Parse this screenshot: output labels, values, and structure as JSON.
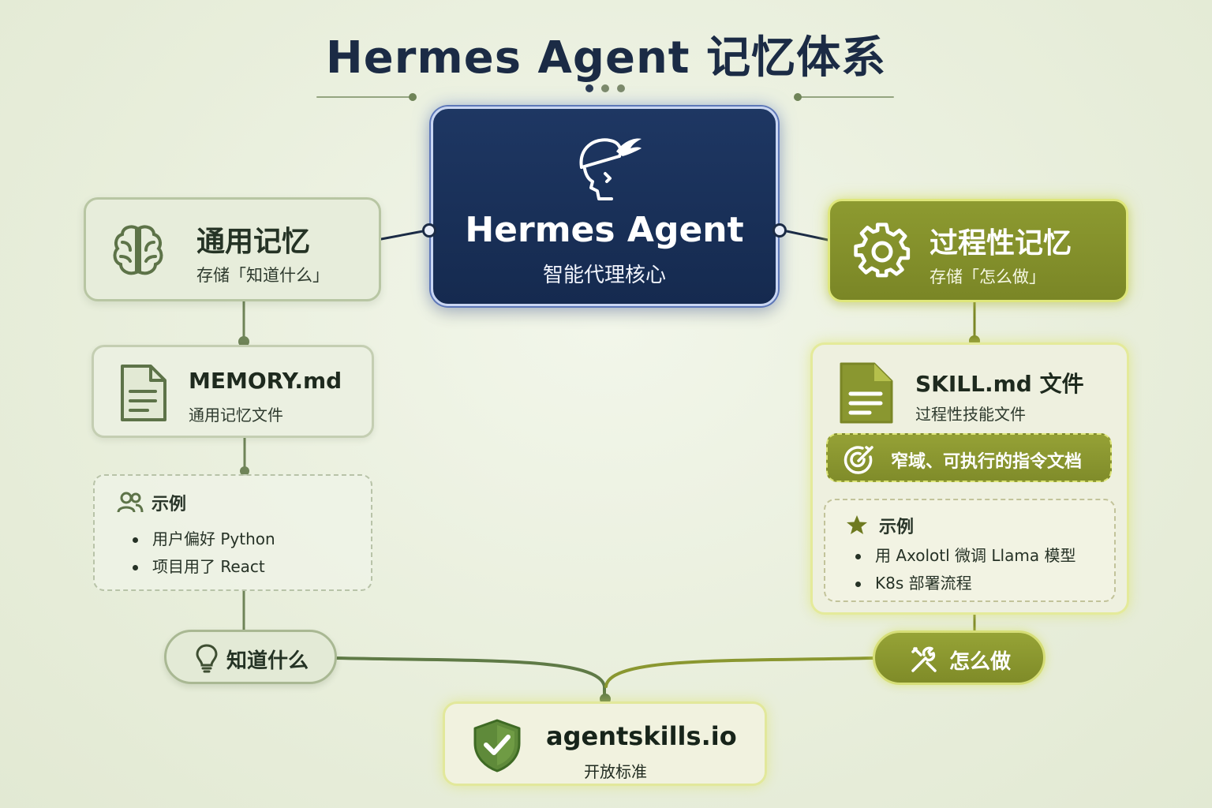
{
  "title": "Hermes Agent 记忆体系",
  "core": {
    "name": "Hermes Agent",
    "subtitle": "智能代理核心",
    "icon": "hermes-helmet-icon"
  },
  "general_memory": {
    "title": "通用记忆",
    "subtitle": "存储「知道什么」",
    "icon": "brain-icon",
    "file": {
      "name": "MEMORY.md",
      "desc": "通用记忆文件",
      "icon": "document-icon"
    },
    "example": {
      "heading": "示例",
      "icon": "users-icon",
      "items": [
        "用户偏好 Python",
        "项目用了 React"
      ]
    },
    "summary": {
      "label": "知道什么",
      "icon": "lightbulb-icon"
    }
  },
  "procedural_memory": {
    "title": "过程性记忆",
    "subtitle": "存储「怎么做」",
    "icon": "gear-icon",
    "file": {
      "name": "SKILL.md 文件",
      "desc": "过程性技能文件",
      "icon": "document-icon"
    },
    "feature": {
      "label": "窄域、可执行的指令文档",
      "icon": "target-icon"
    },
    "example": {
      "heading": "示例",
      "icon": "star-icon",
      "items": [
        "用 Axolotl 微调 Llama 模型",
        "K8s 部署流程"
      ]
    },
    "summary": {
      "label": "怎么做",
      "icon": "tools-icon"
    }
  },
  "standard": {
    "name": "agentskills.io",
    "desc": "开放标准",
    "icon": "shield-check-icon"
  },
  "colors": {
    "navy": "#1b2b45",
    "olive": "#8a9730",
    "sage": "#6f8458",
    "glow": "#dfe77b"
  }
}
